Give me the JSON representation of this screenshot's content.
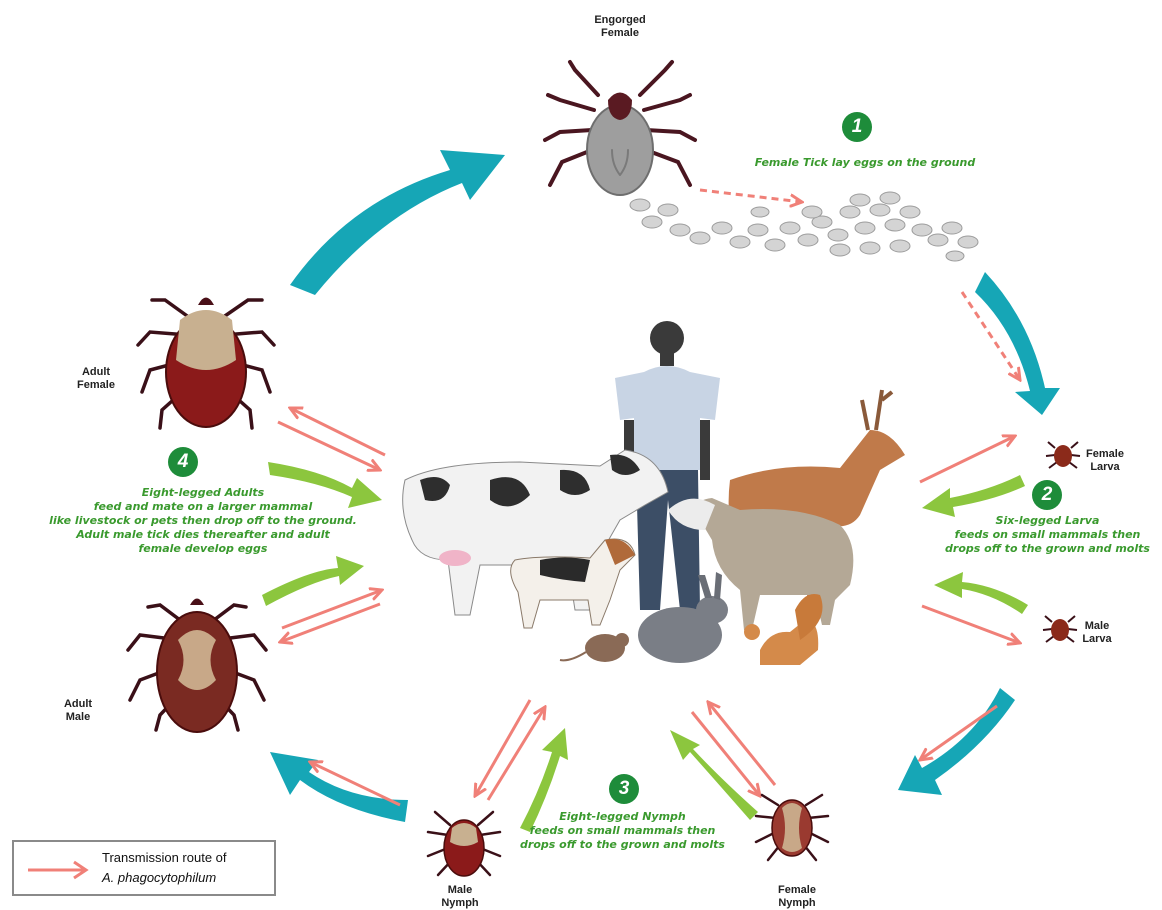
{
  "labels": {
    "engorged_female": [
      "Engorged",
      "Female"
    ],
    "adult_female": [
      "Adult",
      "Female"
    ],
    "adult_male": [
      "Adult",
      "Male"
    ],
    "female_larva": [
      "Female",
      "Larva"
    ],
    "male_larva": [
      "Male",
      "Larva"
    ],
    "male_nymph": [
      "Male",
      "Nymph"
    ],
    "female_nymph": [
      "Female",
      "Nymph"
    ]
  },
  "steps": [
    {
      "number": "1",
      "lines": [
        "Female Tick lay eggs on the ground"
      ]
    },
    {
      "number": "2",
      "lines": [
        "Six-legged Larva",
        "feeds on small mammals then",
        "drops off to the grown and molts"
      ]
    },
    {
      "number": "3",
      "lines": [
        "Eight-legged Nymph",
        "feeds on small mammals then",
        "drops off to the grown and molts"
      ]
    },
    {
      "number": "4",
      "lines": [
        "Eight-legged Adults",
        "feed and mate on a larger mammal",
        "like livestock or pets then drop off to the ground.",
        "Adult male tick dies thereafter and adult",
        "female develop eggs"
      ]
    }
  ],
  "legend": {
    "line1": "Transmission route of",
    "line2": "A. phagocytophilum"
  },
  "colors": {
    "lifecycle_arrow": "#16a6b6",
    "transmission_arrow": "#f08078",
    "host_arrow": "#8cc63e",
    "step_text": "#3a9a2e",
    "step_badge": "#1e8c3a"
  }
}
